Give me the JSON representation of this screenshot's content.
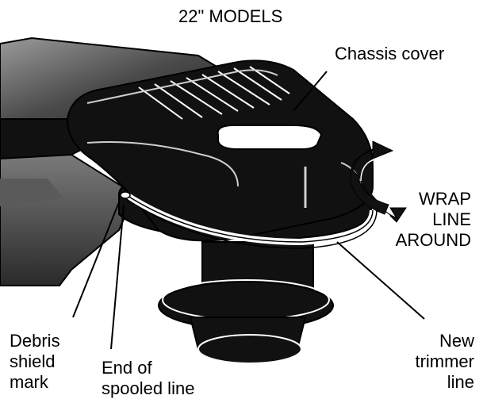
{
  "title": "22\" MODELS",
  "labels": {
    "chassis_cover": "Chassis cover",
    "wrap_instruction": "WRAP\nLINE\nAROUND",
    "debris_shield_mark": "Debris\nshield\nmark",
    "end_of_spooled_line": "End of\nspooled line",
    "new_trimmer_line": "New\ntrimmer\nline"
  },
  "colors": {
    "ink": "#000000",
    "paper": "#ffffff",
    "shade": "#6e6e6e",
    "shade_light": "#cfcfcf"
  }
}
